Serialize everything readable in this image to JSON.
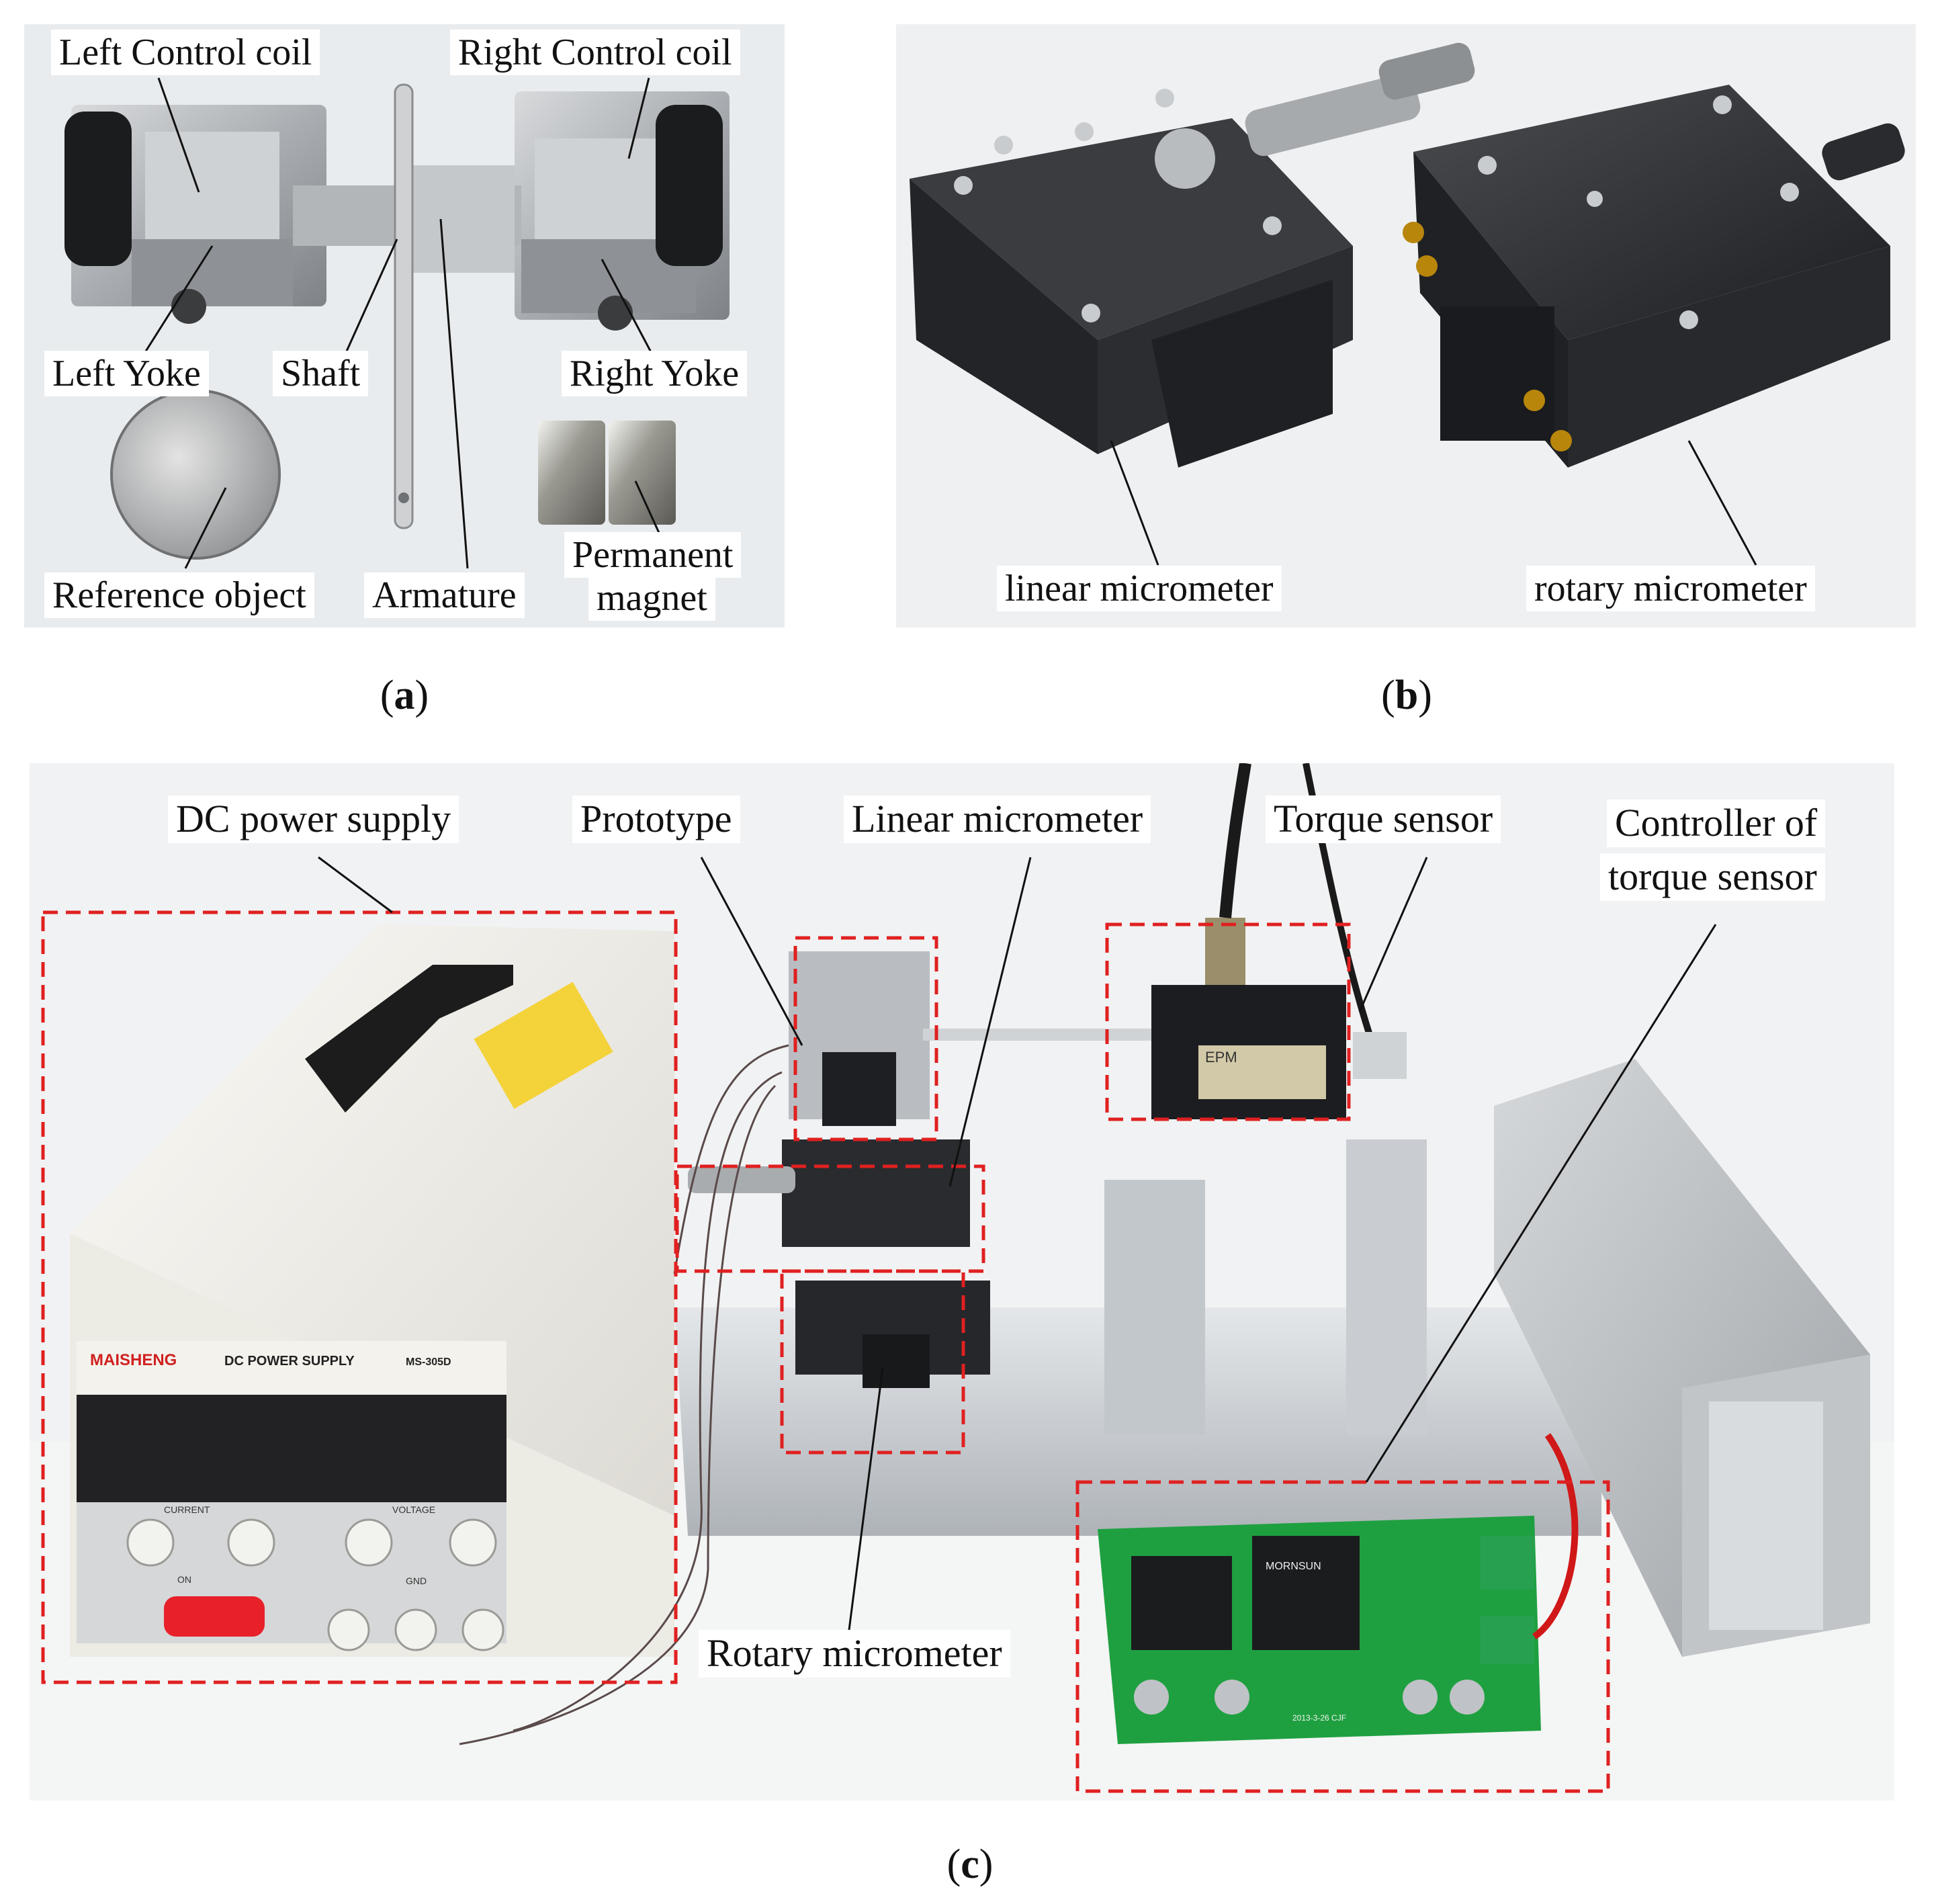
{
  "panels": {
    "a": {
      "caption": "a",
      "labels": {
        "left_control_coil": "Left Control coil",
        "right_control_coil": "Right Control coil",
        "left_yoke": "Left Yoke",
        "shaft": "Shaft",
        "right_yoke": "Right Yoke",
        "reference_object": "Reference object",
        "armature": "Armature",
        "permanent_magnet_1": "Permanent",
        "permanent_magnet_2": "magnet"
      }
    },
    "b": {
      "caption": "b",
      "labels": {
        "linear_micrometer": "linear micrometer",
        "rotary_micrometer": "rotary micrometer"
      }
    },
    "c": {
      "caption": "c",
      "labels": {
        "dc_power_supply": "DC power supply",
        "prototype": "Prototype",
        "linear_micrometer": "Linear micrometer",
        "torque_sensor": "Torque sensor",
        "controller_1": "Controller of",
        "controller_2": "torque sensor",
        "rotary_micrometer": "Rotary micrometer"
      },
      "device_text": {
        "brand": "MAISHENG",
        "model_title": "DC POWER SUPPLY",
        "model_no": "MS-305D",
        "current": "CURRENT",
        "voltage": "VOLTAGE",
        "on": "ON",
        "gnd": "GND",
        "sensor_brand": "EPM",
        "module_brand": "MORNSUN",
        "pcb_date": "2013-3-26 CJF"
      }
    }
  },
  "colors": {
    "dashed_box": "#e02020",
    "background_photo": "#eef0f2",
    "metal": "#b8bcc0",
    "black_part": "#2b2d30",
    "pcb_green": "#1fa040"
  }
}
